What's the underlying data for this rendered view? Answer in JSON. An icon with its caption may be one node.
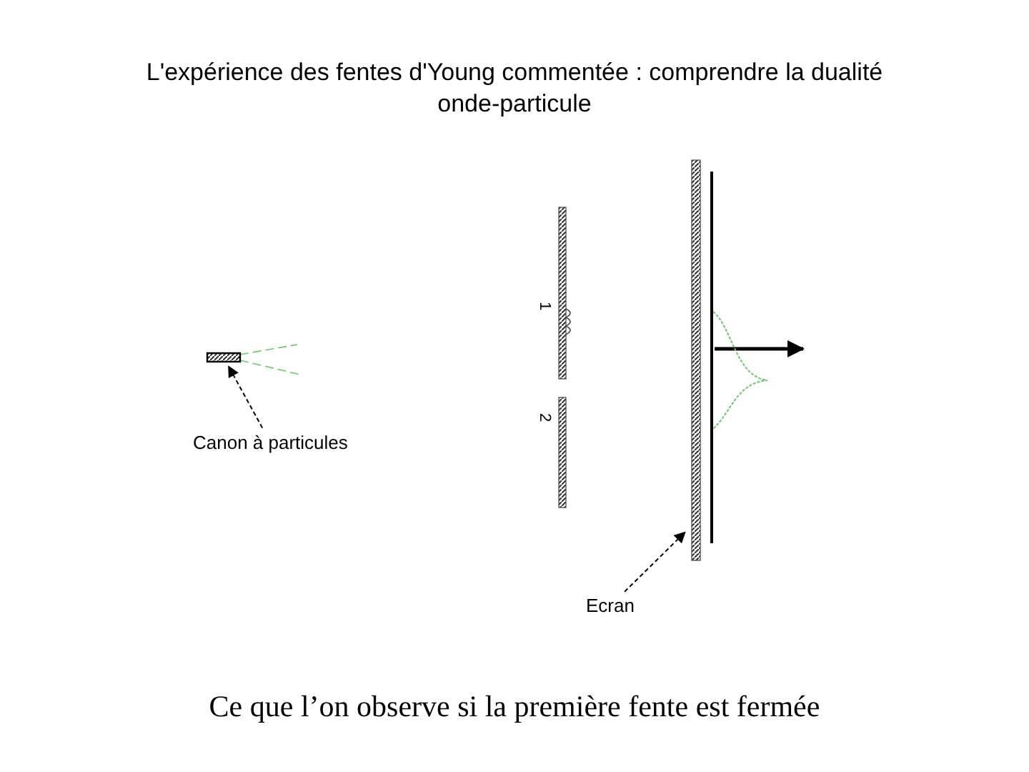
{
  "diagram": {
    "title": "L'expérience des fentes d'Young commentée : comprendre la dualité onde-particule",
    "caption": "Ce que l’on observe si la première fente est fermée",
    "nodes": [
      {
        "text": [],
        "shape": "box"
      },
      {
        "text": [
          "Canon à particules"
        ]
      },
      {
        "text": [],
        "shape": "bar"
      },
      {
        "text": [
          "Ecran"
        ]
      }
    ],
    "edges": [
      {
        "from": 1,
        "to": 0,
        "arrow": "to",
        "style": "dashed"
      },
      {
        "from": 3,
        "to": 2,
        "arrow": "to",
        "style": "dashed"
      }
    ],
    "labels": [
      "1",
      "2"
    ]
  }
}
